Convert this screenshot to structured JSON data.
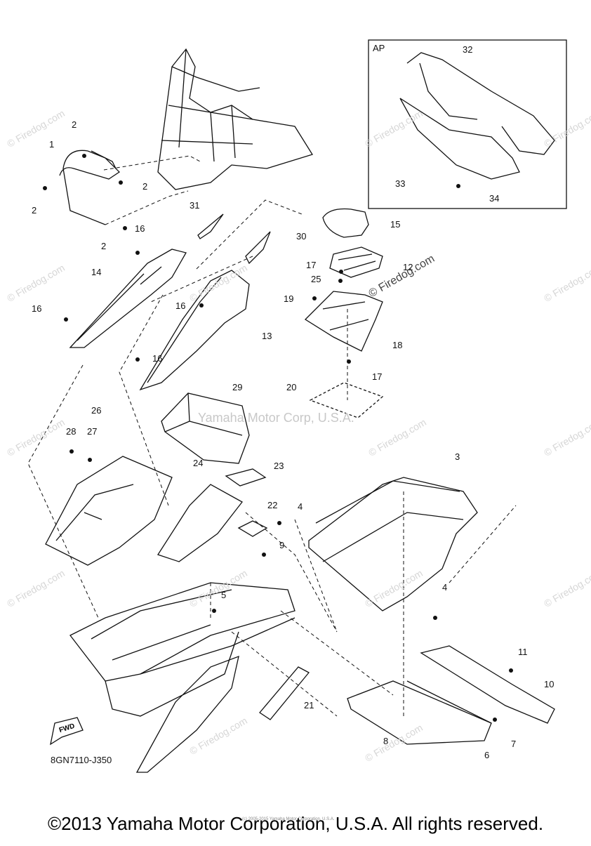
{
  "inset": {
    "label": "AP"
  },
  "part_code": "8GN7110-J350",
  "fwd_label": "FWD",
  "center_watermark": "Yamaha Motor Corp, U.S.A.",
  "watermark": "© Firedog.com",
  "copyright": "©2013 Yamaha Motor Corporation, U.S.A. All rights reserved.",
  "tiny_credit": "(c) 2005-2015 Yamaha Motor Corporation, U.S.A.",
  "callouts": [
    "1",
    "2",
    "2",
    "2",
    "2",
    "16",
    "14",
    "16",
    "31",
    "30",
    "16",
    "13",
    "16",
    "15",
    "17",
    "12",
    "25",
    "19",
    "18",
    "17",
    "20",
    "29",
    "26",
    "28",
    "27",
    "24",
    "23",
    "22",
    "4",
    "3",
    "9",
    "4",
    "5",
    "11",
    "10",
    "21",
    "8",
    "7",
    "6",
    "32",
    "33",
    "34"
  ]
}
